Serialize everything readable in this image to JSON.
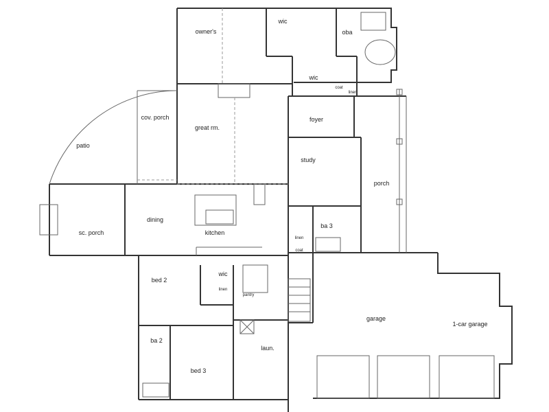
{
  "rooms": {
    "owners": "owner's",
    "wic_owner": "wic",
    "oba": "oba",
    "wic_oba": "wic",
    "coat_top": "coat",
    "linen_top": "linen",
    "cov_porch": "cov. porch",
    "great_rm": "great rm.",
    "foyer": "foyer",
    "patio": "patio",
    "study": "study",
    "porch": "porch",
    "dining": "dining",
    "kitchen": "kitchen",
    "sc_porch": "sc. porch",
    "ba3": "ba 3",
    "linen_mid": "linen",
    "coat_mid": "coat",
    "bed2": "bed 2",
    "wic_bed2": "wic",
    "linen_bed2": "linen",
    "pantry": "pantry",
    "garage": "garage",
    "one_car_garage": "1-car garage",
    "ba2": "ba 2",
    "laun": "laun.",
    "bed3": "bed 3"
  }
}
